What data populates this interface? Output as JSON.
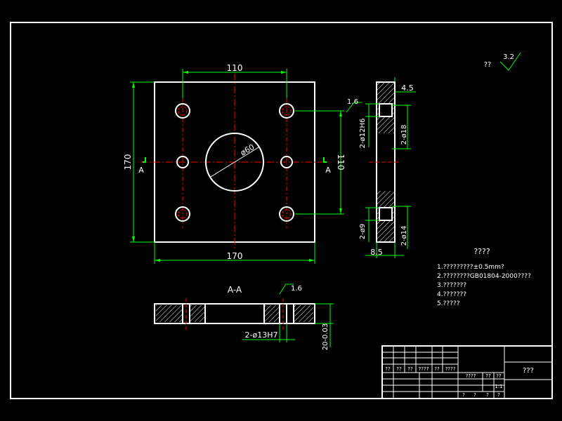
{
  "colors": {
    "background": "#000000",
    "outline": "#ffffff",
    "dimension": "#00ff00",
    "centerline": "#ff0000",
    "text": "#ffffff",
    "hatch": "#ffffff"
  },
  "top_view": {
    "width_dim": "170",
    "height_dim": "170",
    "hole_spacing_x": "110",
    "hole_spacing_y": "110",
    "bore_dia": "ø60",
    "section_mark_left": "A",
    "section_mark_right": "A"
  },
  "side_view": {
    "thickness_dim": "4.5",
    "roughness_1": "1.6",
    "counterbore_fit": "2-ø12H6",
    "counterbore_dia": "2-ø18",
    "hole_small": "2-ø9",
    "hole_cb": "2-ø14",
    "depth_dim": "8.5"
  },
  "section_view": {
    "title": "A-A",
    "roughness": "1.6",
    "hole_fit": "2-ø13H7",
    "thickness_tol": "20-0.03"
  },
  "surface_finish": {
    "label": "??",
    "value": "3.2"
  },
  "notes": {
    "title": "????",
    "items": [
      "1.?????????±0.5mm?",
      "2.????????GB01804-2000????",
      "3.???????",
      "4.???????",
      "5.?????"
    ]
  },
  "title_block": {
    "drawing_name": "???",
    "header_cells": [
      "??",
      "??",
      "??",
      "????",
      "??",
      "????"
    ],
    "mid_cells": [
      "????",
      "??",
      "??"
    ],
    "scale": "1:1",
    "sheet_cells": [
      "?",
      "?",
      "?",
      "?"
    ]
  }
}
